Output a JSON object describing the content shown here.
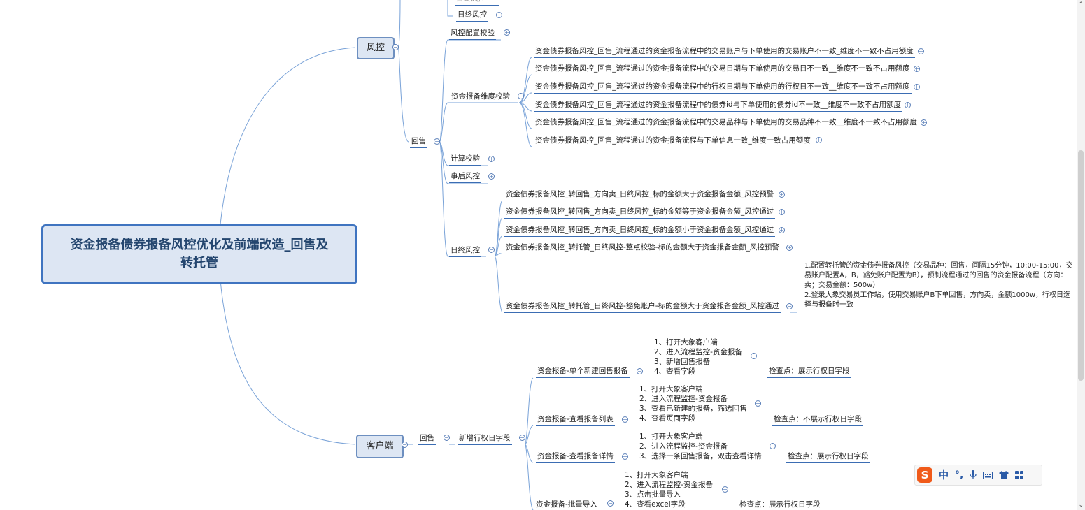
{
  "root": {
    "line1": "资金报备债券报备风控优化及前端改造_回售及",
    "line2": "转托管"
  },
  "fengkong": {
    "label": "风控",
    "top_partial": "日终风控",
    "top_rizhong": "日终风控",
    "peizhi": "风控配置校验",
    "huishou": "回售",
    "weidu": "资金报备维度校验",
    "weidu_items": [
      "资金债券报备风控_回售_流程通过的资金报备流程中的交易账户与下单使用的交易账户不一致_维度不一致不占用额度",
      "资金债券报备风控_回售_流程通过的资金报备流程中的交易日期与下单使用的交易日不一致__维度不一致不占用额度",
      "资金债券报备风控_回售_流程通过的资金报备流程中的行权日期与下单使用的行权日不一致__维度不一致不占用额度",
      "资金债券报备风控_回售_流程通过的资金报备流程中的债券id与下单使用的债券id不一致__维度不一致不占用额度",
      "资金债券报备风控_回售_流程通过的资金报备流程中的交易品种与下单使用的交易品种不一致__维度不一致不占用额度",
      "资金债券报备风控_回售_流程通过的资金报备流程与下单信息一致_维度一致占用额度"
    ],
    "jisuan": "计算校验",
    "shihou": "事后风控",
    "rizhong": "日终风控",
    "rizhong_items": [
      "资金债券报备风控_转回售_方向卖_日终风控_标的金额大于资金报备金额_风控预警",
      "资金债券报备风控_转回售_方向卖_日终风控_标的金额等于资金报备金额_风控通过",
      "资金债券报备风控_转回售_方向卖_日终风控_标的金额小于资金报备金额_风控通过",
      "资金债券报备风控_转托管_日终风控-整点校验-标的金额大于资金报备金额_风控预警",
      "资金债券报备风控_转托管_日终风控-豁免账户-标的金额大于资金报备金额_风控通过"
    ],
    "detail": "1.配置转托管的资金债券报备风控（交易品种：回售，间隔15分钟，10:00-15:00，交\n易账户配置A，B，豁免账户配置为B），预制流程通过的回售的资金报备流程（方向：\n卖；交易金额：500w）\n2.登录大象交易员工作站，使用交易账户B下单回售，方向卖，金额1000w，行权日选\n择与报备时一致"
  },
  "kehuduan": {
    "label": "客户端",
    "huishou": "回售",
    "xinzeng": "新增行权日字段",
    "cases": [
      {
        "name": "资金报备-单个新建回售报备",
        "steps": "1、打开大象客户端\n2、进入流程监控-资金报备\n3、新增回售报备\n4、查看字段",
        "check": "检查点：展示行权日字段"
      },
      {
        "name": "资金报备-查看报备列表",
        "steps": "1、打开大象客户端\n2、进入流程监控-资金报备\n3、查看已新建的报备，筛选回售\n4、查看页面字段",
        "check": "检查点：不展示行权日字段"
      },
      {
        "name": "资金报备-查看报备详情",
        "steps": "1、打开大象客户端\n2、进入流程监控-资金报备\n3、选择一条回售报备，双击查看详情",
        "check": "检查点：展示行权日字段"
      },
      {
        "name": "资金报备-批量导入",
        "steps": "1、打开大象客户端\n2、进入流程监控-资金报备\n3、点击批量导入\n4、查看excel字段",
        "check": "检查点：展示行权日字段"
      }
    ]
  },
  "ime": {
    "s": "S",
    "zh": "中",
    "punct": "°,",
    "mic": "mic-icon",
    "kb": "keyboard-icon",
    "shirt": "shirt-icon",
    "grid": "grid-icon"
  },
  "colors": {
    "line": "#6f9bd4",
    "accent": "#3f74c0",
    "box": "#dde6f3"
  }
}
